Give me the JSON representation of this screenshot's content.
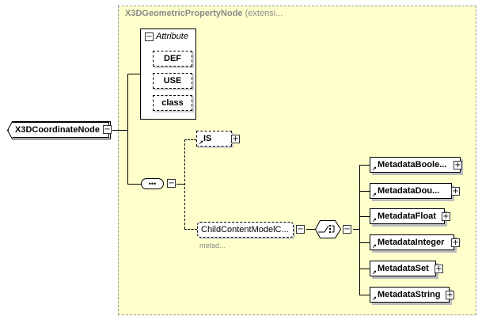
{
  "root": {
    "label": "X3DCoordinateNode"
  },
  "extension": {
    "type_name": "X3DGeometricPropertyNode",
    "suffix": " (extensi..."
  },
  "attributes": {
    "title": "Attribute",
    "items": [
      "DEF",
      "USE",
      "class"
    ]
  },
  "is_element": {
    "label": "IS"
  },
  "child_group": {
    "label": "ChildContentModelC...",
    "note": "metad..."
  },
  "metadata_elements": [
    "MetadataBoole...",
    "MetadataDou...",
    "MetadataFloat",
    "MetadataInteger",
    "MetadataSet",
    "MetadataString"
  ],
  "icons": {
    "collapse": "−",
    "expand": "+",
    "sequence": "•••",
    "choice": "choice-compositor-icon"
  }
}
